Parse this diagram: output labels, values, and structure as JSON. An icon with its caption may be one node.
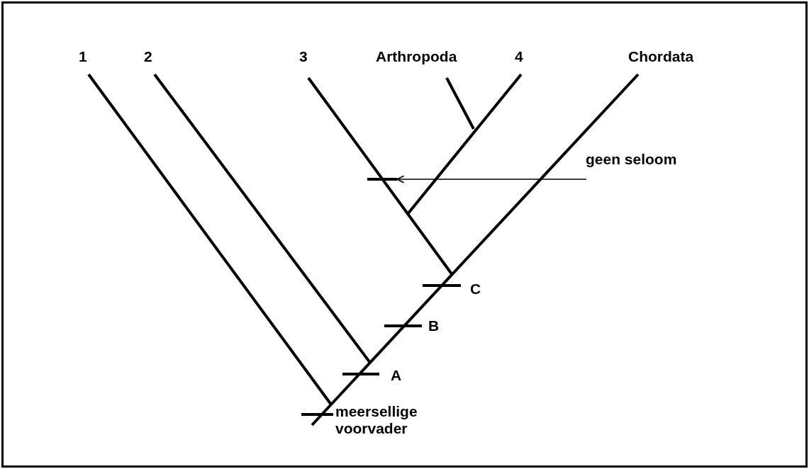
{
  "diagram": {
    "nodes": [
      {
        "text": [
          "geen seloom"
        ]
      },
      {
        "text": [],
        "shape": "bar"
      }
    ],
    "edges": [
      {
        "from": 0,
        "to": 1,
        "arrow": "to"
      }
    ],
    "labels": [
      "1",
      "2",
      "3",
      "Arthropoda",
      "4",
      "Chordata",
      "C",
      "B",
      "A",
      "meersellige voorvader"
    ]
  }
}
